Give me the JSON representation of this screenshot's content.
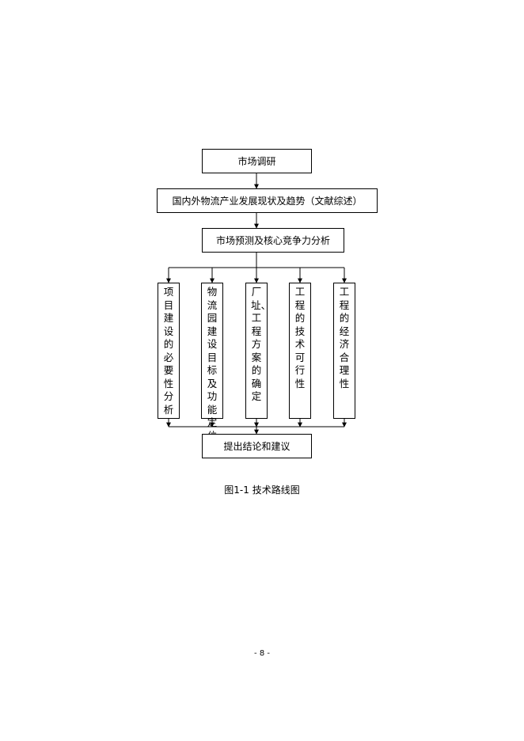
{
  "diagram": {
    "steps": [
      {
        "id": "market-research",
        "label": "市场调研"
      },
      {
        "id": "industry-status",
        "label": "国内外物流产业发展现状及趋势（文献综述）"
      },
      {
        "id": "market-forecast",
        "label": "市场预测及核心竞争力分析"
      }
    ],
    "branches": [
      {
        "id": "necessity",
        "label": "项目建设的必要性分析"
      },
      {
        "id": "goals",
        "label": "物流园建设目标及功能定位"
      },
      {
        "id": "site",
        "label": "厂址、工程方案的确定"
      },
      {
        "id": "tech",
        "label": "工程的技术可行性"
      },
      {
        "id": "economy",
        "label": "工程的经济合理性"
      }
    ],
    "conclusion": {
      "id": "conclusion",
      "label": "提出结论和建议"
    },
    "edges": [
      {
        "from": "market-research",
        "to": "industry-status"
      },
      {
        "from": "industry-status",
        "to": "market-forecast"
      },
      {
        "from": "market-forecast",
        "to": "necessity"
      },
      {
        "from": "market-forecast",
        "to": "goals"
      },
      {
        "from": "market-forecast",
        "to": "site"
      },
      {
        "from": "market-forecast",
        "to": "tech"
      },
      {
        "from": "market-forecast",
        "to": "economy"
      },
      {
        "from": "necessity",
        "to": "conclusion"
      },
      {
        "from": "goals",
        "to": "conclusion"
      },
      {
        "from": "site",
        "to": "conclusion"
      },
      {
        "from": "tech",
        "to": "conclusion"
      },
      {
        "from": "economy",
        "to": "conclusion"
      }
    ],
    "caption": "图1-1 技术路线图"
  },
  "page": {
    "number": "- 8 -"
  }
}
